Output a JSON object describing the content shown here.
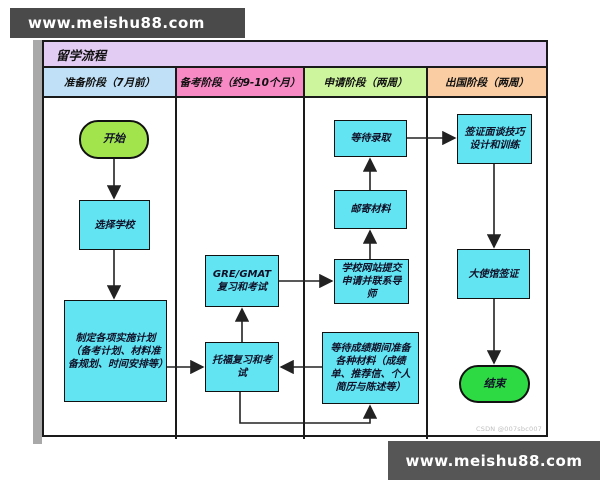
{
  "banners": {
    "top": "www.meishu88.com",
    "bottom": "www.meishu88.com"
  },
  "chart": {
    "title": "留学流程",
    "watermark": "CSDN @007sbc007",
    "lanes": [
      {
        "label": "准备阶段（7月前）",
        "color": "#bfe0f6"
      },
      {
        "label": "备考阶段（约9-10个月）",
        "color": "#f78ac5"
      },
      {
        "label": "申请阶段（两周）",
        "color": "#cdf59d"
      },
      {
        "label": "出国阶段（两周）",
        "color": "#facda2"
      }
    ],
    "nodes": {
      "start": "开始",
      "choose_school": "选择学校",
      "make_plan": "制定各项实施计划（备考计划、材料准备规划、时间安排等）",
      "gre_gmat": "GRE/GMAT复习和考试",
      "toefl": "托福复习和考试",
      "wait_admission": "等待录取",
      "mail_materials": "邮寄材料",
      "website_apply": "学校网站提交申请并联系导师",
      "prepare_materials": "等待成绩期间准备各种材料（成绩单、推荐信、个人简历与陈述等）",
      "visa_interview": "签证面谈技巧设计和训练",
      "embassy_visa": "大使馆签证",
      "end": "结束"
    },
    "colors": {
      "node_fill": "#62e4f2",
      "start_fill": "#a2e44c",
      "end_fill": "#2eda44",
      "title_fill": "#e3ccf3",
      "border": "#1a1a1a",
      "arrow": "#222222"
    }
  }
}
